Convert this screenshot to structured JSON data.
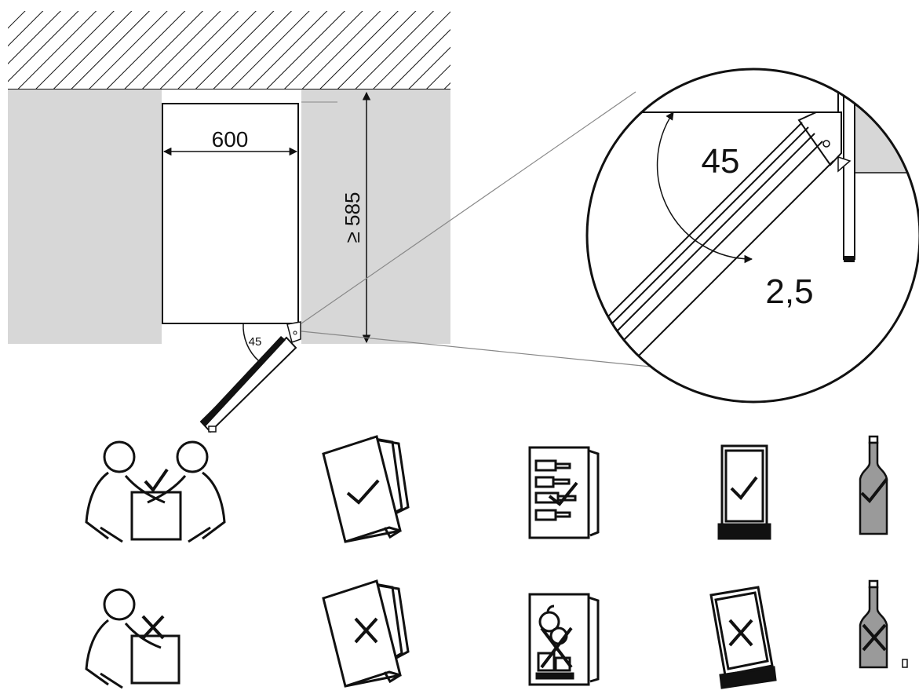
{
  "dimensions": {
    "width_label": "600",
    "height_label": "≥ 585",
    "angle_label_small": "45",
    "angle_label_large": "45",
    "gap_label": "2,5"
  },
  "colors": {
    "wall_gray": "#d7d7d7",
    "stroke": "#111111",
    "bottle_fill": "#9a9a9a"
  },
  "icons": {
    "row_allowed": [
      "two-person-lift-check-icon",
      "manual-check-icon",
      "loading-plan-check-icon",
      "upright-cabinet-check-icon",
      "bottle-check-icon"
    ],
    "row_forbidden": [
      "one-person-lift-cross-icon",
      "manual-cross-icon",
      "food-storage-cross-icon",
      "tilted-cabinet-cross-icon",
      "bottle-cross-icon"
    ]
  }
}
